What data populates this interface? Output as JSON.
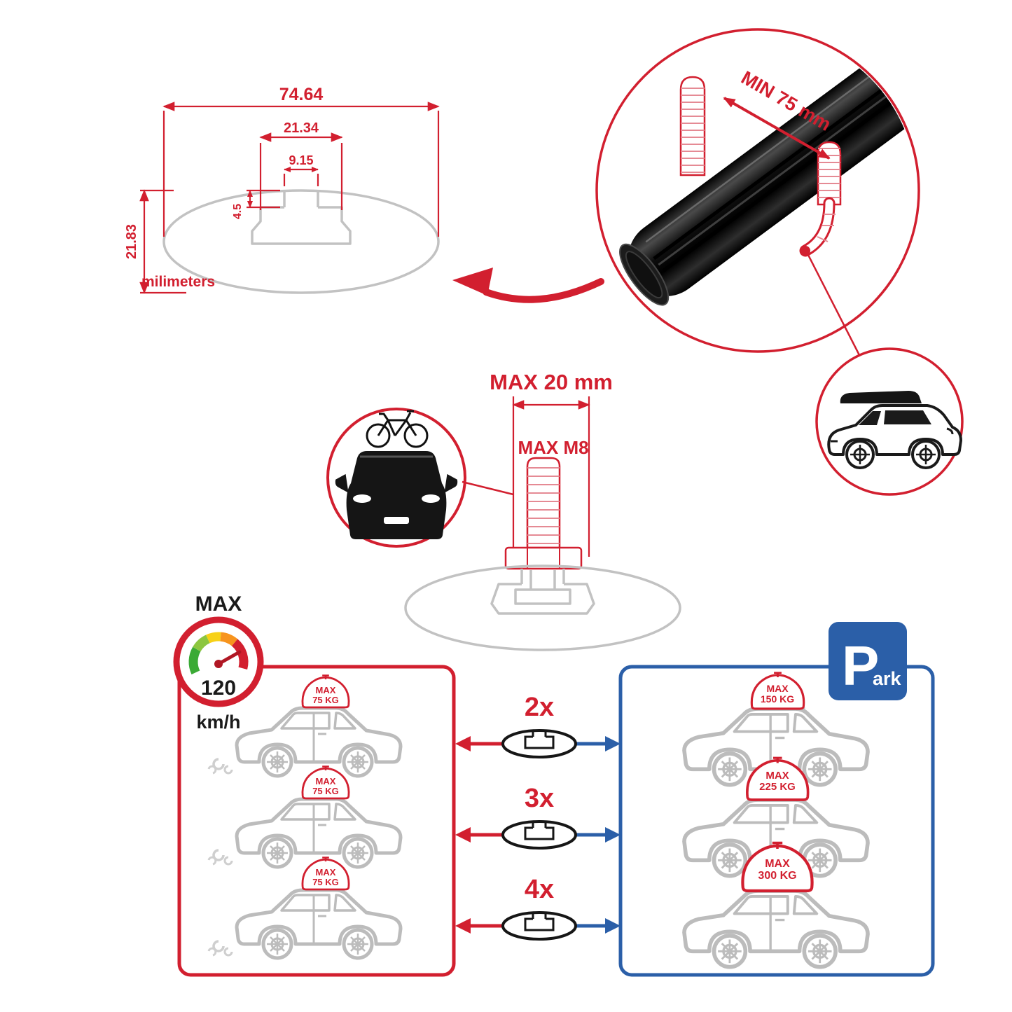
{
  "colors": {
    "accent_red": "#d21f2f",
    "accent_blue": "#2b5fa8",
    "drawing_gray": "#c2c2c2",
    "bar_black": "#141414"
  },
  "cross_section": {
    "dim_total_width": "74.64",
    "dim_channel_width": "21.34",
    "dim_slot_width": "9.15",
    "dim_slot_depth": "4.5",
    "dim_total_height": "21.83",
    "unit_label": "milimeters"
  },
  "bar_detail": {
    "min_clamp_label": "MIN 75 mm"
  },
  "bolt_diagram": {
    "max_width_label": "MAX 20 mm",
    "max_thread_label": "MAX M8"
  },
  "speed_gauge": {
    "max_label": "MAX",
    "value": "120",
    "unit": "km/h"
  },
  "multipliers": [
    "2x",
    "3x",
    "4x"
  ],
  "capacity_left": {
    "rows": [
      {
        "load_line1": "MAX",
        "load_line2": "75 KG"
      },
      {
        "load_line1": "MAX",
        "load_line2": "75 KG"
      },
      {
        "load_line1": "MAX",
        "load_line2": "75 KG"
      }
    ]
  },
  "capacity_right": {
    "rows": [
      {
        "load_line1": "MAX",
        "load_line2": "150 KG"
      },
      {
        "load_line1": "MAX",
        "load_line2": "225 KG"
      },
      {
        "load_line1": "MAX",
        "load_line2": "300 KG"
      }
    ]
  },
  "park_sign": {
    "letter": "P",
    "suffix": "ark"
  }
}
